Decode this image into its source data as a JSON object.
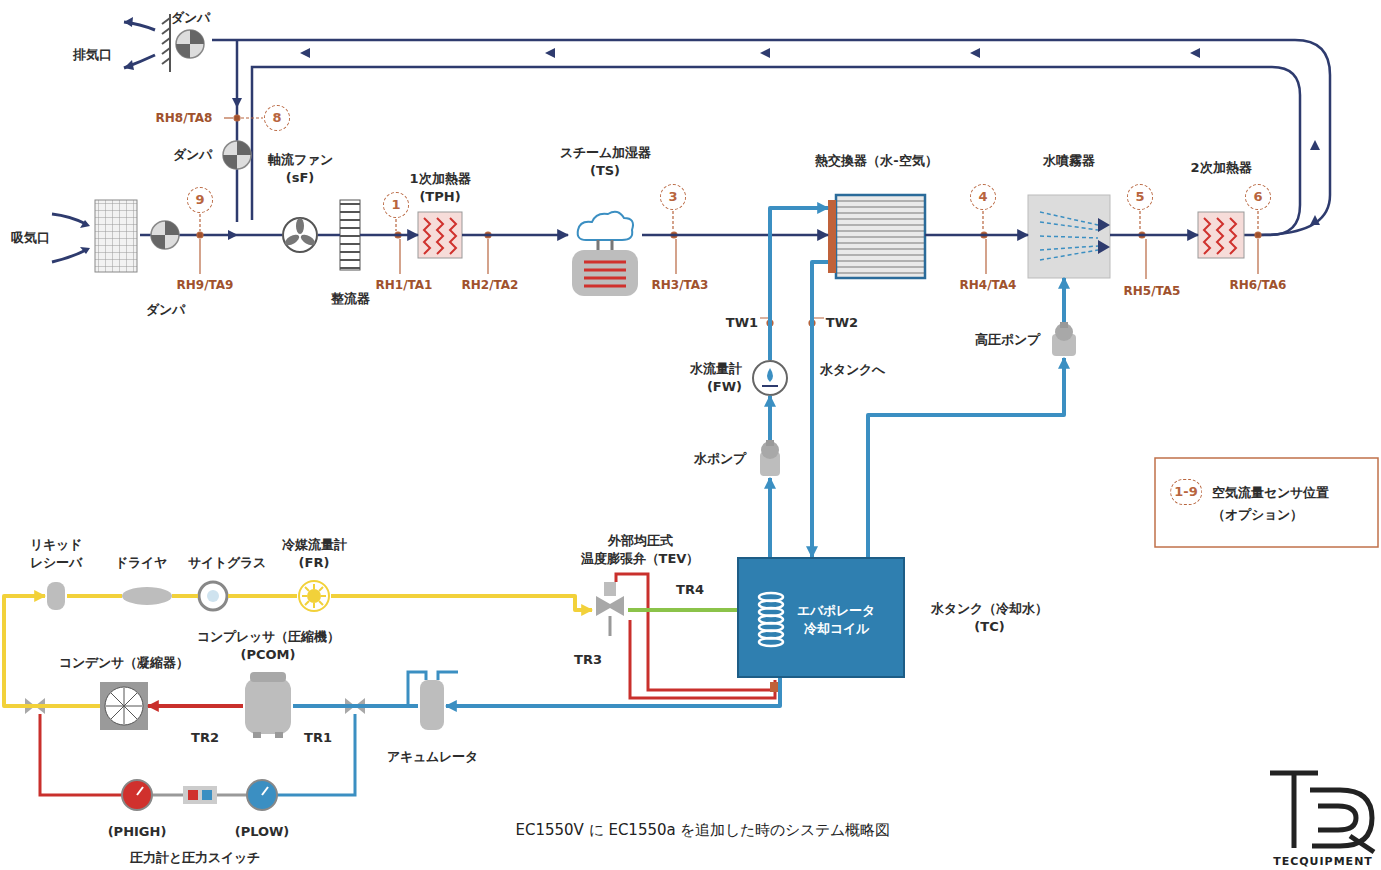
{
  "diagram": {
    "caption": "EC1550V に EC1550a を追加した時のシステム概略図",
    "nodes": [
      {
        "text": [
          "軸流ファン",
          "(sF)"
        ]
      },
      {
        "text": [
          "整流器"
        ]
      },
      {
        "text": [
          "1次加熱器",
          "(TPH)"
        ]
      },
      {
        "text": [
          "スチーム加湿器",
          "(TS)"
        ]
      },
      {
        "text": [
          "熱交換器（水-空気）"
        ]
      },
      {
        "text": [
          "水噴霧器"
        ]
      },
      {
        "text": [
          "2次加熱器"
        ]
      },
      {
        "text": [
          "高圧ポンプ"
        ]
      },
      {
        "text": [
          "水流量計",
          "(FW)"
        ]
      },
      {
        "text": [
          "水ポンプ"
        ]
      },
      {
        "text": [
          "リキッド レシーバ"
        ]
      },
      {
        "text": [
          "ドライヤ"
        ]
      },
      {
        "text": [
          "サイトグラス"
        ]
      },
      {
        "text": [
          "冷媒流量計",
          "(FR)"
        ]
      },
      {
        "text": [
          "外部均圧式 温度膨張弁（TEV）"
        ]
      },
      {
        "text": [
          "水タンク（冷却水）",
          "(TC)"
        ]
      },
      {
        "text": [
          "エバポレータ 冷却コイル"
        ],
        "in": 15
      },
      {
        "text": [
          "コンデンサ（凝縮器）"
        ]
      },
      {
        "text": [
          "コンプレッサ（圧縮機）",
          "(PCOM)"
        ]
      },
      {
        "text": [
          "アキュムレータ"
        ]
      }
    ],
    "edges": [
      {
        "from": 0,
        "to": 1,
        "arrow": "none"
      },
      {
        "from": 1,
        "to": 2,
        "arrow": "to"
      },
      {
        "from": 2,
        "to": 3,
        "arrow": "to"
      },
      {
        "from": 3,
        "to": 4,
        "arrow": "to"
      },
      {
        "from": 4,
        "to": 5,
        "arrow": "to"
      },
      {
        "from": 5,
        "to": 6,
        "arrow": "to"
      },
      {
        "from": 15,
        "to": 9,
        "arrow": "to"
      },
      {
        "from": 9,
        "to": 8,
        "arrow": "to"
      },
      {
        "from": 8,
        "to": 4,
        "arrow": "to"
      },
      {
        "from": 4,
        "to": 15,
        "label": "水タンクへ",
        "arrow": "to"
      },
      {
        "from": 15,
        "to": 7,
        "arrow": "to"
      },
      {
        "from": 7,
        "to": 5,
        "arrow": "to"
      },
      {
        "from": 18,
        "to": 17,
        "arrow": "to"
      },
      {
        "from": 17,
        "to": 10,
        "arrow": "to"
      },
      {
        "from": 10,
        "to": 11,
        "arrow": "none"
      },
      {
        "from": 11,
        "to": 12,
        "arrow": "none"
      },
      {
        "from": 12,
        "to": 13,
        "arrow": "none"
      },
      {
        "from": 13,
        "to": 14,
        "arrow": "to"
      },
      {
        "from": 14,
        "to": 16,
        "arrow": "none"
      },
      {
        "from": 16,
        "to": 19,
        "arrow": "to"
      },
      {
        "from": 19,
        "to": 18,
        "arrow": "none"
      }
    ],
    "labels": [
      "ダンパ",
      "排気口",
      "RH8/TA8",
      "8",
      "ダンパ",
      "9",
      "吸気口",
      "RH9/TA9",
      "ダンパ",
      "1",
      "RH1/TA1",
      "RH2/TA2",
      "3",
      "RH3/TA3",
      "4",
      "RH4/TA4",
      "5",
      "RH5/TA5",
      "6",
      "RH6/TA6",
      "TW1",
      "TW2",
      "1-9",
      "TR4",
      "TR3",
      "TR2",
      "TR1",
      "(PHIGH)",
      "(PLOW)",
      "圧力計と圧力スイッチ",
      "TECQUIPMENT"
    ],
    "legend": [
      {
        "text": "空気流量センサ位置 （オプション）"
      }
    ]
  }
}
